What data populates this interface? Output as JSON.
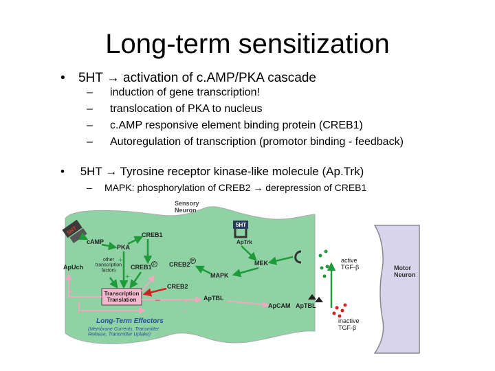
{
  "slide": {
    "title": "Long-term sensitization",
    "bullet1": "5HT → activation of c.AMP/PKA cascade",
    "bullet1_items": [
      "induction of gene transcription!",
      "translocation of PKA to nucleus",
      "c.AMP responsive element binding protein (CREB1)",
      "Autoregulation of transcription (promotor binding - feedback)"
    ],
    "bullet2": "5HT → Tyrosine receptor kinase-like molecule (Ap.Trk)",
    "bullet2_items": [
      "MAPK: phosphorylation of CREB2 → derepression of CREB1"
    ],
    "bullet_marker": "•",
    "dash_marker": "–"
  },
  "diagram": {
    "sensory_neuron": "Sensory\nNeuron",
    "motor_neuron": "Motor\nNeuron",
    "receptor_5ht_left": "5HT",
    "receptor_5ht_top": "5HT",
    "camp": "cAMP",
    "pka": "PKA",
    "creb1": "CREB1",
    "creb1_p": "CREB1",
    "creb2_p": "CREB2",
    "creb2": "CREB2",
    "other_factors": "other\ntranscription\nfactors",
    "apuch": "ApUch",
    "aptrk": "ApTrk",
    "mek": "MEK",
    "mapk": "MAPK",
    "transcription_box": "Transcription\nTranslation",
    "aptbl_inner": "ApTBL",
    "apcam": "ApCAM",
    "aptbl_outer": "ApTBL",
    "active_tgf": "active\nTGF-β",
    "inactive_tgf": "inactive\nTGF-β",
    "lt_effectors_title": "Long-Term Effectors",
    "lt_effectors_desc": "(Membrane Currents, Transmitter\nRelease, Transmitter Uptake)",
    "p_mark": "P",
    "plus": "+",
    "minus": "–",
    "colors": {
      "neuron_fill": "#8fd3a4",
      "motor_fill": "#d8d4ec",
      "green_arrow": "#1f9a3a",
      "red_arrow": "#d42020",
      "pink_arrow": "#f0a8c0",
      "box_fill": "#f6b8cf",
      "blue_text": "#2a4d9c",
      "dark": "#222222"
    }
  }
}
